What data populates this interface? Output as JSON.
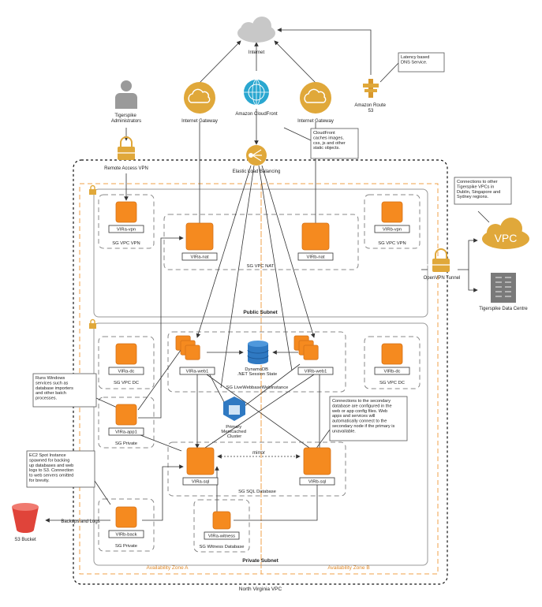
{
  "nodes": {
    "internet": "Internet",
    "cloudfront": "Amazon CloudFront",
    "igw_left": "Internet Gateway",
    "igw_right": "Internet Gateway",
    "route53": "Amazon Route\n53",
    "admins": "Tigerspike\nAdministrators",
    "remote_vpn": "Remote Access VPN",
    "elb": "Elastic Load Balancing",
    "openvpn": "OpenVPN Tunnel",
    "vpc": "VPC",
    "datacentre": "Tigerspike Data Centre",
    "s3": "S3 Bucket",
    "dynamodb": "DynamoDB\n.NET Session State",
    "memcached": "Primary\nMemcached\nCluster"
  },
  "instances": {
    "vira_vpn": "VIRa-vpn",
    "virb_vpn": "VIRb-vpn",
    "vira_nat": "VIRa-nat",
    "virb_nat": "VIRb-nat",
    "vira_dc": "VIRa-dc",
    "virb_dc": "VIRb-dc",
    "vira_web1": "VIRa-web1",
    "virb_web1": "VIRb-web1",
    "vira_app1": "VIRa-app1",
    "vira_sql": "VIRa-sql",
    "virb_sql": "VIRb-sql",
    "virb_back": "VIRb-back",
    "vira_witness": "VIRa-witness"
  },
  "groups": {
    "sg_vpc_vpn_a": "SG VPC VPN",
    "sg_vpc_vpn_b": "SG VPC VPN",
    "sg_vpc_nat": "SG VPC NAT",
    "public_subnet": "Public Subnet",
    "sg_vpc_dc_a": "SG VPC DC",
    "sg_vpc_dc_b": "SG VPC DC",
    "sg_webinstance": "SG LiveWebbaseWebInstance",
    "sg_private_app": "SG Private",
    "sg_sql": "SG SQL Database",
    "sg_private_back": "SG Private",
    "sg_witness": "SG Witness Database",
    "private_subnet": "Private Subnet",
    "az_a": "Availability Zone A",
    "az_b": "Availability Zone B",
    "vpc_region": "North Virginia VPC"
  },
  "edges": {
    "mirror": "mirror",
    "backups": "Backups and Logs"
  },
  "notes": {
    "latency": "Latency based\nDNS Service.",
    "cloudfront_cache": "CloudFront\ncaches images,\ncss, js and other\nstatic objects.",
    "connections_vpc": "Connections to other\nTigerspike VPCs in\nDublin, Singapore and\nSydney regions.",
    "windows_services": "Runs Windows\nservices such as\ndatabase importers\nand other batch\nprocesses.",
    "spot_instance": "EC2 Spot Instance\nspawned for backing\nup databases and web\nlogs to S3. Connection\nto web servers omitted\nfor brevity.",
    "secondary_db": "Connections to the secondary\ndatabase are configured in the\nweb or app config files. Web\napps and services will\nautomatically connect to the\nsecondary node if the primary is\nunavailable."
  },
  "colors": {
    "instance": "#f58a1f",
    "gold": "#e0a83a",
    "teal": "#2aa7d0",
    "blue": "#2f79c2",
    "s3_red": "#e0443a",
    "az_dash": "#f0a24a"
  }
}
